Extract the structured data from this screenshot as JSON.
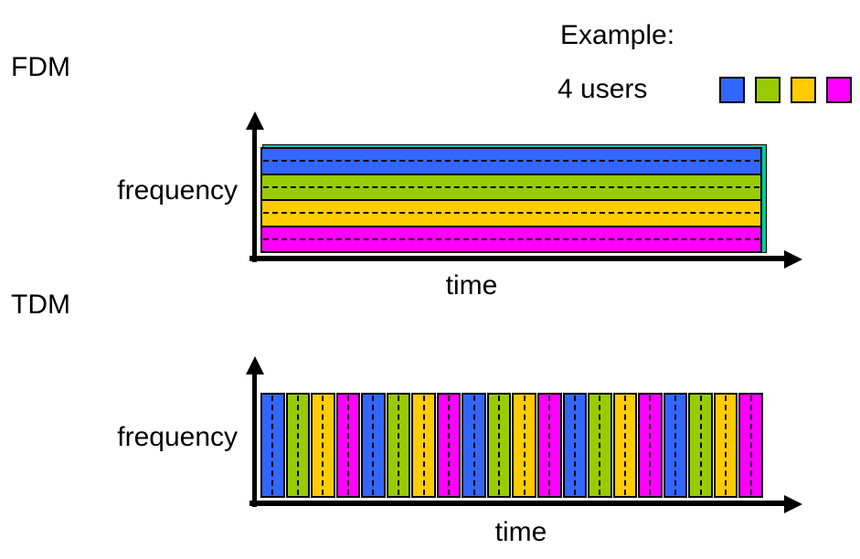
{
  "example": {
    "line1": "Example:",
    "line2": "4 users"
  },
  "colors": {
    "user1": "#3366FF",
    "user2": "#99CC00",
    "user3": "#FFCC00",
    "user4": "#FF00FF",
    "edge": "#00CC99"
  },
  "legend": {
    "users": [
      "user1",
      "user2",
      "user3",
      "user4"
    ]
  },
  "fdm": {
    "title": "FDM",
    "y_axis_label": "frequency",
    "x_axis_label": "time",
    "bands": [
      "user1",
      "user2",
      "user3",
      "user4"
    ]
  },
  "tdm": {
    "title": "TDM",
    "y_axis_label": "frequency",
    "x_axis_label": "time",
    "slots": [
      "user1",
      "user2",
      "user3",
      "user4",
      "user1",
      "user2",
      "user3",
      "user4",
      "user1",
      "user2",
      "user3",
      "user4",
      "user1",
      "user2",
      "user3",
      "user4",
      "user1",
      "user2",
      "user3",
      "user4"
    ]
  }
}
